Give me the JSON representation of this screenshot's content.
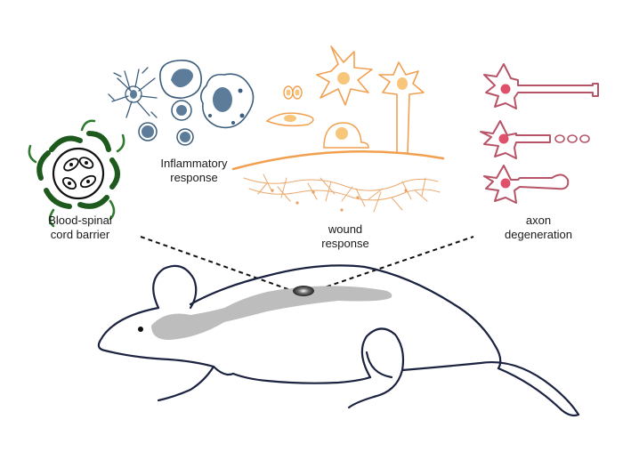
{
  "labels": {
    "bscb": [
      "Blood-spinal",
      "cord barrier"
    ],
    "inflammatory": [
      "Inflammatory",
      "response"
    ],
    "wound": [
      "wound",
      "response"
    ],
    "axon": [
      "axon",
      "degeneration"
    ]
  },
  "colors": {
    "bscb_green": "#1e5a1e",
    "immune_blue": "#3d5e7c",
    "immune_fill": "#5c7c9a",
    "wound_orange": "#f2a050",
    "wound_fill": "#f7c67a",
    "axon_red": "#b85468",
    "axon_nucleus": "#e0506a",
    "outline": "#1c2340",
    "spine_gray": "#bdbdbd"
  },
  "icons": [
    "blood-spinal-barrier-icon",
    "immune-cells-icon",
    "glial-cells-icon",
    "neuron-icon",
    "rat-outline-icon"
  ]
}
